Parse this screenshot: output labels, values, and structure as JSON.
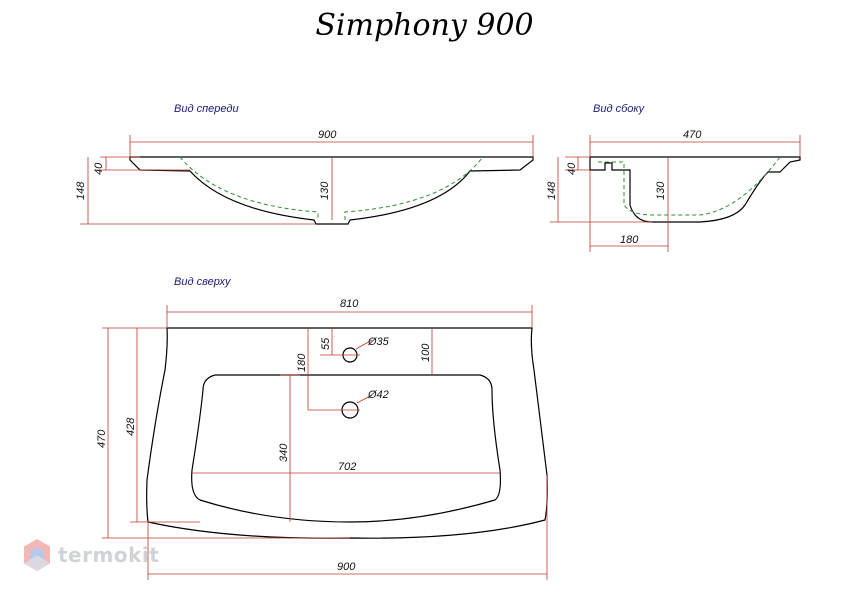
{
  "title": "Simphony 900",
  "views": {
    "front": "Вид спереди",
    "side": "Вид сбоку",
    "top": "Вид сверху"
  },
  "dims": {
    "front_width": "900",
    "front_rim": "40",
    "front_height": "148",
    "front_depth": "130",
    "side_width": "470",
    "side_rim": "40",
    "side_height": "148",
    "side_depth": "130",
    "side_offset": "180",
    "top_inner_width": "810",
    "top_hole_offset": "55",
    "top_hole_small": "Ø35",
    "top_edge_to_hole": "100",
    "top_drain_offset": "180",
    "top_drain": "Ø42",
    "top_bowl_depth": "340",
    "top_bowl_width": "702",
    "top_depth_inner": "428",
    "top_depth_total": "470",
    "top_total_width": "900"
  },
  "logo": {
    "text": "termokit",
    "icon": "hexagon-logo-icon"
  }
}
